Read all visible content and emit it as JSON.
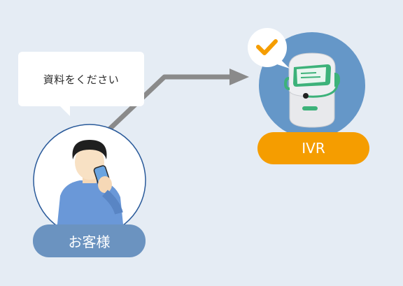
{
  "speech_bubble": {
    "text": "資料をください"
  },
  "ivr": {
    "label": "IVR"
  },
  "customer": {
    "label": "お客様"
  },
  "colors": {
    "background": "#e5ecf4",
    "ivr_circle": "#6597c8",
    "ivr_label_bg": "#f59d00",
    "customer_label_bg": "#6b93c0",
    "arrow": "#8a8a8a",
    "check": "#f59d00",
    "robot_accent": "#3db27a",
    "shirt": "#6a98d8"
  }
}
